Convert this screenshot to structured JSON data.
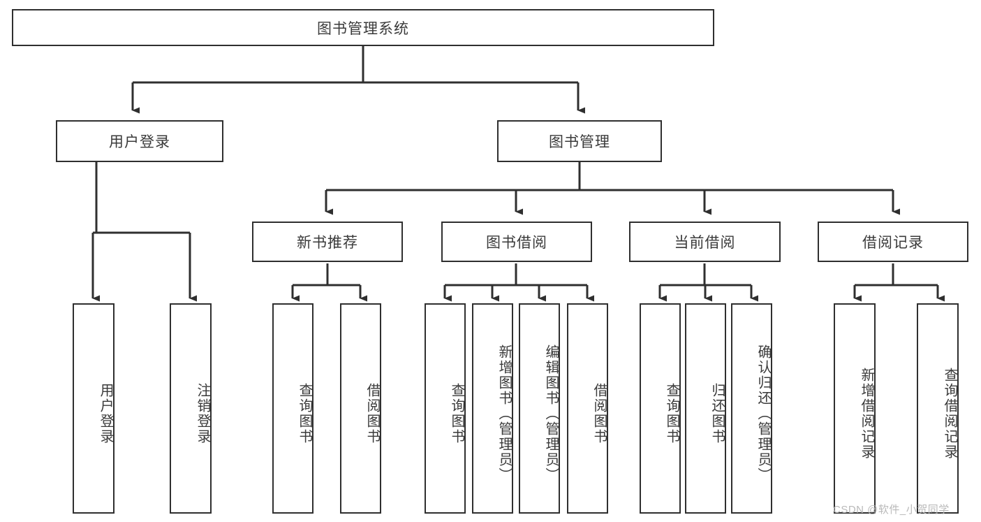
{
  "diagram": {
    "type": "tree-hierarchy",
    "title": "图书管理系统",
    "root": {
      "label": "图书管理系统"
    },
    "level2": [
      {
        "label": "用户登录"
      },
      {
        "label": "图书管理"
      }
    ],
    "level3": [
      {
        "label": "新书推荐"
      },
      {
        "label": "图书借阅"
      },
      {
        "label": "当前借阅"
      },
      {
        "label": "借阅记录"
      }
    ],
    "leaves": {
      "user_login": [
        {
          "label": "用户登录"
        },
        {
          "label": "注销登录"
        }
      ],
      "new_book_recommend": [
        {
          "label": "查询图书"
        },
        {
          "label": "借阅图书"
        }
      ],
      "book_borrow": [
        {
          "label": "查询图书"
        },
        {
          "label": "新增图书（管理员）"
        },
        {
          "label": "编辑图书（管理员）"
        },
        {
          "label": "借阅图书"
        }
      ],
      "current_borrow": [
        {
          "label": "查询图书"
        },
        {
          "label": "归还图书"
        },
        {
          "label": "确认归还（管理员）"
        }
      ],
      "borrow_record": [
        {
          "label": "新增借阅记录"
        },
        {
          "label": "查询借阅记录"
        }
      ]
    },
    "watermark": "CSDN @软件_小贺同学",
    "colors": {
      "stroke": "#2f2f2f",
      "text": "#3a3a3a",
      "background": "#ffffff",
      "watermark": "#b9b9b9"
    }
  }
}
